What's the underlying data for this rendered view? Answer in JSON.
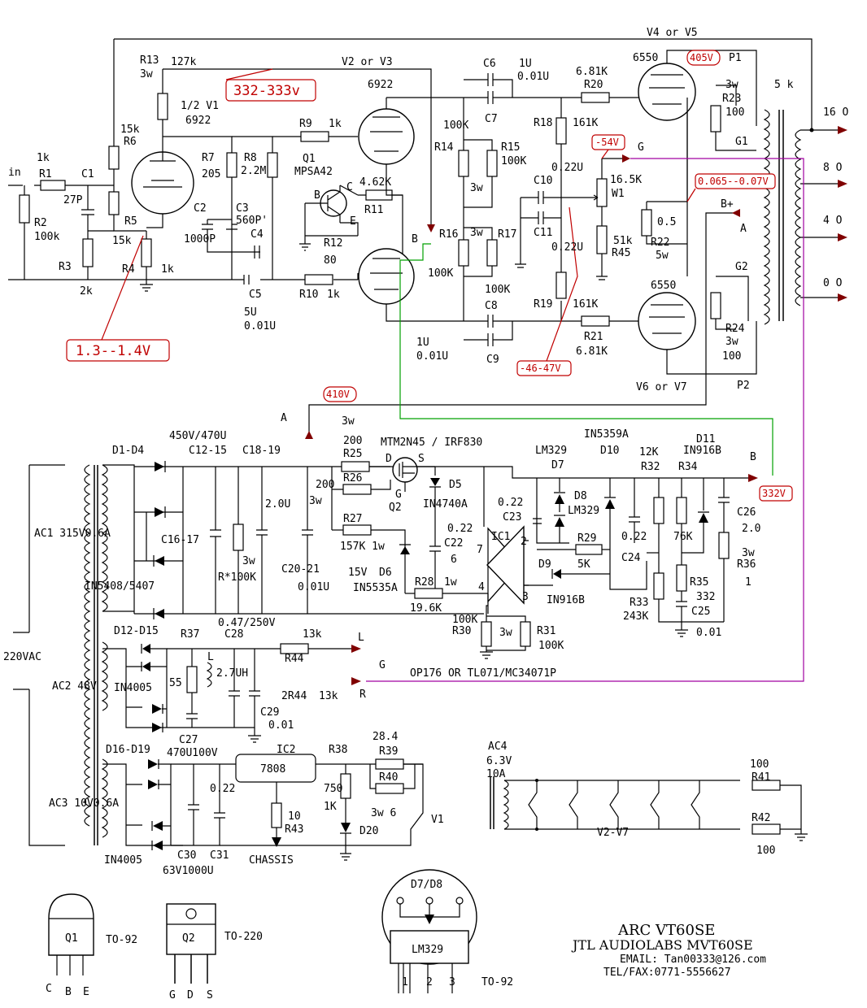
{
  "title": {
    "line1": "ARC VT60SE",
    "line2": "JTL AUDIOLABS MVT60SE",
    "email": "EMAIL: Tan00333@126.com",
    "tel": "TEL/FAX:0771-5556627"
  },
  "voltages": {
    "v_332_333": "332-333v",
    "v_1_3": "1.3--1.4V",
    "v_405": "405V",
    "v_m54": "-54V",
    "v_0065": "0.065--0.07V",
    "v_m46": "-46-47V",
    "v_410": "410V",
    "v_332": "332V"
  },
  "labels": {
    "in": "in",
    "r1": "R1",
    "r1v": "1k",
    "r2": "R2",
    "r2v": "100k",
    "r3": "R3",
    "r3v": "2k",
    "c1": "C1",
    "c1v": "27P",
    "r4": "R4",
    "r4v": "1k",
    "r5": "R5",
    "r5v": "15k",
    "r6": "R6",
    "r6v": "15k",
    "r13": "R13",
    "r13w": "3w",
    "r13v": "127k",
    "v1": "1/2 V1",
    "v1t": "6922",
    "r7": "R7",
    "r7v": "205",
    "r8": "R8",
    "r8v": "2.2M",
    "c2": "C2",
    "c2v": "1000P",
    "c3": "C3",
    "c3v": "560P'",
    "c4": "C4",
    "c5": "C5",
    "c5v": "5U",
    "c5v2": "0.01U",
    "r9": "R9",
    "r9v": "1k",
    "r10": "R10",
    "r10v": "1k",
    "q1": "Q1",
    "q1t": "MPSA42",
    "r11": "R11",
    "r11v": "4.62K",
    "r12": "R12",
    "r12v": "80",
    "qb": "B",
    "qc": "C",
    "qe": "E",
    "v23": "V2 or V3",
    "v23t": "6922",
    "c6": "C6",
    "c6v": "1U",
    "c6v2": "0.01U",
    "c7": "C7",
    "r14": "R14",
    "r14v": "100K",
    "r15": "R15",
    "r15v": "100K",
    "r14w": "3w",
    "r16": "R16",
    "r16v": "100K",
    "r17": "R17",
    "r17w": "3w",
    "r17v": "100K",
    "c8": "C8",
    "c9": "C9",
    "c8v": "1U",
    "c8v2": "0.01U",
    "r18": "R18",
    "r18v": "161K",
    "r19": "R19",
    "r19v": "161K",
    "c10": "C10",
    "c10v": "0.22U",
    "c11": "C11",
    "c11v": "0.22U",
    "r20": "R20",
    "r20v": "6.81K",
    "r21": "R21",
    "r21v": "6.81K",
    "w1": "W1",
    "w1v": "16.5K",
    "r45": "R45",
    "r45v": "51k",
    "r22": "R22",
    "r22v": "0.5",
    "r22w": "5w",
    "v45": "V4 or V5",
    "v45t": "6550",
    "v67": "V6 or V7",
    "v67t": "6550",
    "p1": "P1",
    "p2": "P2",
    "g1": "G1",
    "g2": "G2",
    "r23": "R23",
    "r23w": "3w",
    "r23v": "100",
    "r24": "R24",
    "r24w": "3w",
    "r24v": "100",
    "xf": "5 k",
    "o16": "16 O",
    "o8": "8 O",
    "o4": "4 O",
    "o0": "0 O",
    "ptB": "B",
    "ptG": "G",
    "ptA": "A",
    "ptBplus": "B+",
    "ptA2": "A",
    "ptB2": "B",
    "ptL": "L",
    "ptR": "R",
    "ptG2": "G",
    "ac1": "AC1 315V0.6A",
    "ac2": "AC2 48V",
    "ac3": "AC3 10V0.6A",
    "ac4": "AC4",
    "ac4v": "6.3V",
    "ac4a": "10A",
    "mains": "220VAC",
    "d1d4": "D1-D4",
    "c450": "450V/470U",
    "c1215": "C12-15",
    "c1819": "C18-19",
    "c1617": "C16-17",
    "in5408": "IN5408/5407",
    "rstar": "R*100K",
    "rstarw": "3w",
    "c2u": "2.0U",
    "c047": "0.47/250V",
    "c2021": "C20-21",
    "c2021v": "0.01U",
    "r25": "R25",
    "r25w": "3w",
    "r25v": "200",
    "r26": "R26",
    "r26v": "200",
    "r26w": "3w",
    "r27": "R27",
    "r27v": "157K 1w",
    "mtm": "MTM2N45 / IRF830",
    "d": "D",
    "s": "S",
    "g": "G",
    "q2": "Q2",
    "d5": "D5",
    "d5t": "IN4740A",
    "c22": "C22",
    "c22v": "0.22",
    "d6": "D6",
    "d6v": "15V",
    "d6t": "IN5535A",
    "r28": "R28",
    "r28w": "1w",
    "r28v": "19.6K",
    "r30": "R30",
    "r30v": "100K",
    "r31": "R31",
    "r31w": "3w",
    "r31v": "100K",
    "ic1": "IC1",
    "opamp": "OP176 OR TL071/MC34071P",
    "lm329": "LM329",
    "d7": "D7",
    "d8": "D8",
    "lm329b": "LM329",
    "d10": "D10",
    "in5359": "IN5359A",
    "c23": "C23",
    "c23v": "0.22",
    "c24": "C24",
    "c24v": "0.22",
    "r29": "R29",
    "r29v": "5K",
    "d9": "D9",
    "in916": "IN916B",
    "r32": "R32",
    "r32v": "12K",
    "r33": "R33",
    "r33v": "243K",
    "r34": "R34",
    "r34v": "76K",
    "r35": "R35",
    "r35v": "332",
    "c25": "C25",
    "c25v": "0.01",
    "d11": "D11",
    "d11t": "IN916B",
    "c26": "C26",
    "c26v": "2.0",
    "r36": "R36",
    "r36w": "3w",
    "r36v": "1",
    "pin2": "2",
    "pin3": "3",
    "pin4": "4",
    "pin6": "6",
    "pin7": "7",
    "d1215": "D12-D15",
    "r37": "R37",
    "c28": "C28",
    "l": "L",
    "lv": "2.7UH",
    "r37v": "55",
    "c29": "C29",
    "c29v": "0.01",
    "c27": "C27",
    "in4005a": "IN4005",
    "r44": "R44",
    "r44v": "13k",
    "r44b": "2R44",
    "r44bv": "13k",
    "d1619": "D16-D19",
    "c470": "470U100V",
    "ic2": "IC2",
    "ic2t": "7808",
    "c022": "0.22",
    "c30": "C30",
    "c31": "C31",
    "c63": "63V1000U",
    "in4005b": "IN4005",
    "r43": "R43",
    "r43v": "10",
    "chassis": "CHASSIS",
    "r38": "R38",
    "r38v": "750",
    "r38k": "1K",
    "r39": "R39",
    "r39v": "28.4",
    "r40": "R40",
    "r40v": "3w 6",
    "d20": "D20",
    "v1h": "V1",
    "r41": "R41",
    "r41v": "100",
    "r42": "R42",
    "r42v": "100",
    "v27": "V2-V7",
    "pkq1": "Q1",
    "pkq1t": "TO-92",
    "pkc": "C",
    "pkb": "B",
    "pke": "E",
    "pkq2": "Q2",
    "pkq2t": "TO-220",
    "pkg": "G",
    "pkd": "D",
    "pks": "S",
    "pkd78": "D7/D8",
    "pklm": "LM329",
    "pk1": "1",
    "pk2": "2",
    "pk3": "3",
    "pklmt": "TO-92"
  }
}
